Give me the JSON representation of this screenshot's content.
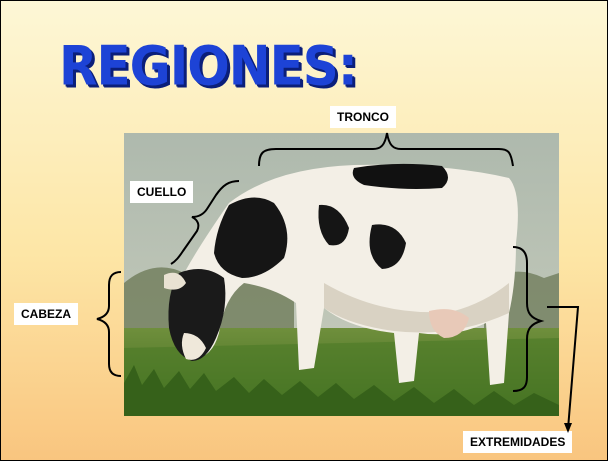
{
  "slide": {
    "title": "REGIONES:",
    "title_color": "#1d43d6",
    "background_colors": [
      "#fdf7d6",
      "#f9c57f"
    ]
  },
  "labels": {
    "tronco": "TRONCO",
    "cuello": "CUELLO",
    "cabeza": "CABEZA",
    "extremidades": "EXTREMIDADES"
  },
  "photo": {
    "subject": "Holstein cow grazing on grass",
    "icon": "cow-photo"
  }
}
